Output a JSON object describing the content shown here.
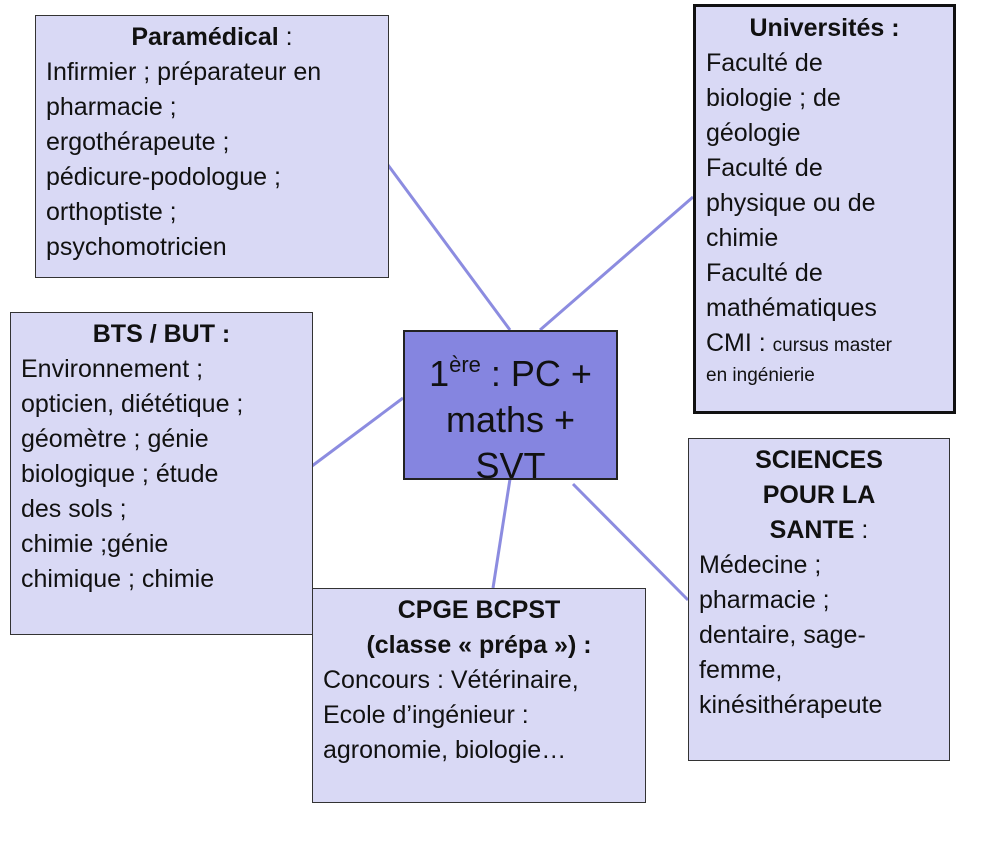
{
  "colors": {
    "box_fill": "#d9d9f5",
    "center_fill": "#8585e0",
    "connector": "#8c8ce0"
  },
  "center": {
    "one": "1",
    "sup": "ère",
    "rest": " : PC +",
    "line2": "maths +",
    "line3": "SVT"
  },
  "paramedical": {
    "title": "Paramédical",
    "suffix": " :",
    "lines": [
      "Infirmier ; préparateur en",
      "pharmacie ;",
      "ergothérapeute ;",
      "pédicure-podologue ;",
      "orthoptiste ;",
      "psychomotricien"
    ]
  },
  "universites": {
    "title": "Universités :",
    "lines": [
      "Faculté de",
      "biologie ; de",
      "géologie",
      "Faculté de",
      "physique ou de",
      "chimie",
      "Faculté de",
      "mathématiques"
    ],
    "cmi": "CMI : ",
    "cmi_small": "cursus master",
    "cmi_small2": "en ingénierie"
  },
  "bts": {
    "title": "BTS / BUT :",
    "lines": [
      "Environnement ;",
      "opticien, diététique ;",
      "géomètre ; génie",
      "biologique ; étude",
      "des sols ;",
      "chimie ;génie",
      "chimique ; chimie"
    ]
  },
  "sciences": {
    "title_lines": [
      "SCIENCES",
      "POUR LA"
    ],
    "title_last": "SANTE",
    "suffix": " :",
    "lines": [
      "Médecine ;",
      "pharmacie ;",
      "dentaire, sage-",
      "femme,",
      "kinésithérapeute"
    ]
  },
  "cpge": {
    "title_lines": [
      "CPGE BCPST",
      "(classe « prépa ») :"
    ],
    "lines": [
      "Concours : Vétérinaire,",
      "Ecole d’ingénieur :",
      "agronomie, biologie…"
    ]
  }
}
